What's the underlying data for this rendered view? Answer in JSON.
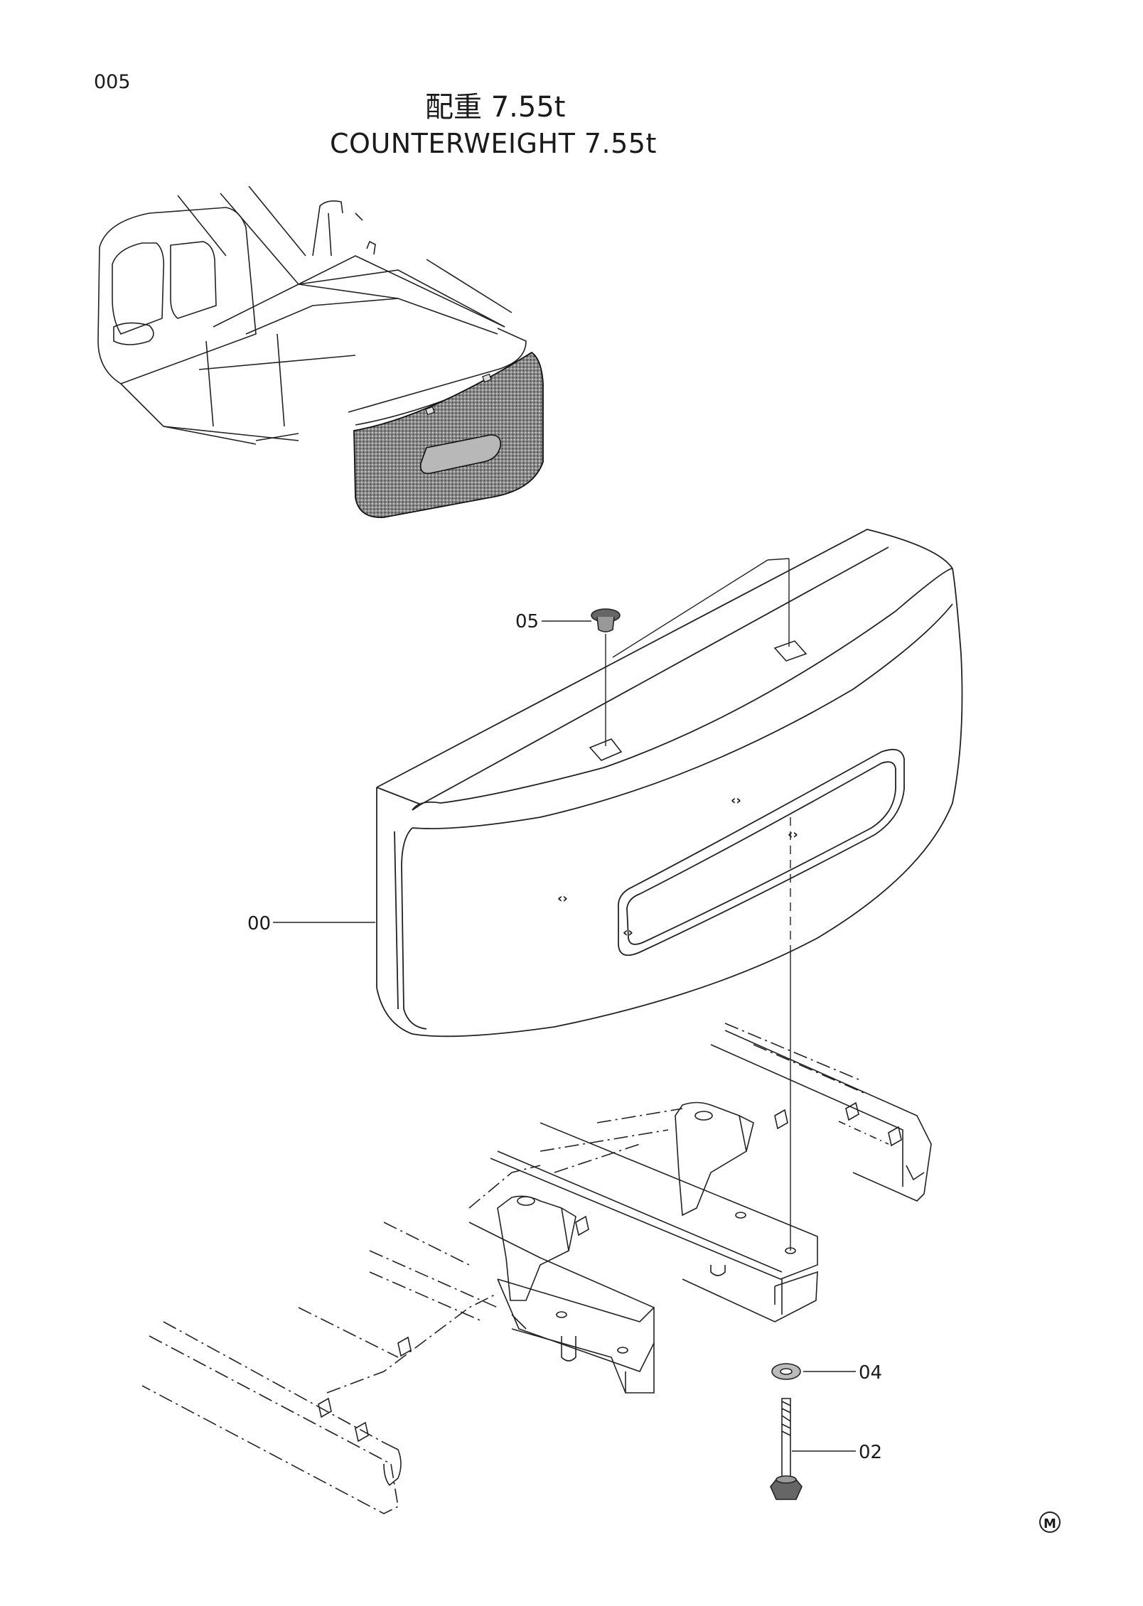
{
  "header": {
    "page_code": "005",
    "title_jp": "配重 7.55t",
    "title_en": "COUNTERWEIGHT 7.55t"
  },
  "callouts": [
    {
      "id": "05",
      "part": "bolt-cap"
    },
    {
      "id": "00",
      "part": "counterweight"
    },
    {
      "id": "04",
      "part": "washer"
    },
    {
      "id": "02",
      "part": "bolt"
    }
  ],
  "footer": {
    "marker": "M"
  }
}
